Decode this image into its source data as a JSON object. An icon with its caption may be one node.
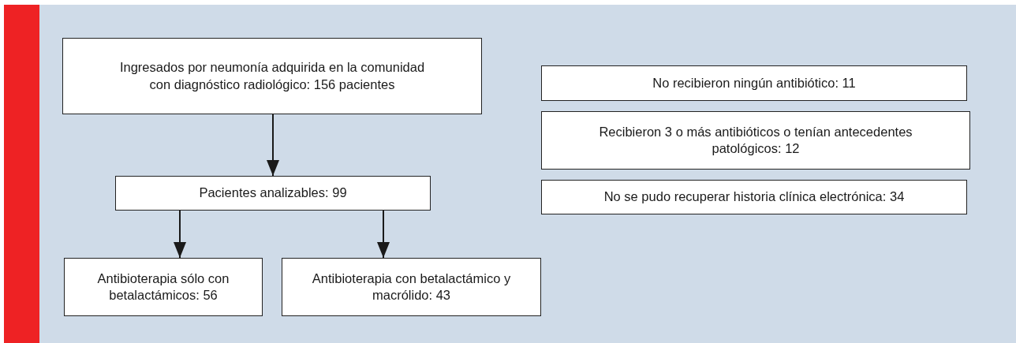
{
  "diagram": {
    "nodes": [
      {
        "text": [
          "Ingresados por neumonía adquirida en la comunidad con diagnóstico radiológico: 156 pacientes"
        ]
      },
      {
        "text": [
          "Pacientes analizables: 99"
        ]
      },
      {
        "text": [
          "Antibioterapia sólo con betalactámicos: 56"
        ]
      },
      {
        "text": [
          "Antibioterapia con betalactámico y macrólido: 43"
        ]
      },
      {
        "text": [
          "No recibieron ningún antibiótico: 11"
        ]
      },
      {
        "text": [
          "Recibieron 3 o más antibióticos o tenían antecedentes patológicos: 12"
        ]
      },
      {
        "text": [
          "No se pudo recuperar historia clínica electrónica: 34"
        ]
      }
    ],
    "edges": [
      {
        "from": 0,
        "to": 1,
        "arrow": "to"
      },
      {
        "from": 1,
        "to": 2,
        "arrow": "to"
      },
      {
        "from": 1,
        "to": 3,
        "arrow": "to"
      }
    ]
  }
}
